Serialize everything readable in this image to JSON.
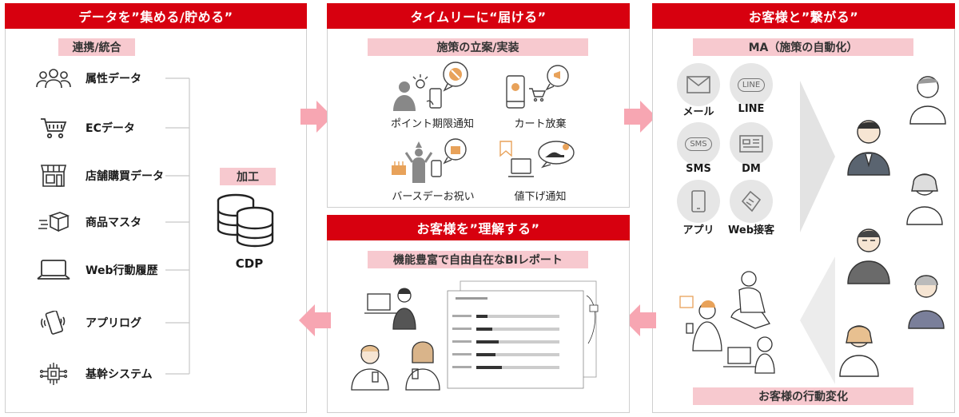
{
  "panel_collect": {
    "title": "データを”集める/貯める”",
    "pill": "連携/統合",
    "sources": [
      {
        "label": "属性データ",
        "icon": "people-icon"
      },
      {
        "label": "ECデータ",
        "icon": "cart-icon"
      },
      {
        "label": "店舗購買データ",
        "icon": "store-icon"
      },
      {
        "label": "商品マスタ",
        "icon": "package-icon"
      },
      {
        "label": "Web行動履歴",
        "icon": "laptop-icon"
      },
      {
        "label": "アプリログ",
        "icon": "smartphone-icon"
      },
      {
        "label": "基幹システム",
        "icon": "chip-icon"
      }
    ],
    "process_pill": "加工",
    "cdp_label": "CDP"
  },
  "panel_deliver": {
    "title": "タイムリーに“届ける”",
    "pill": "施策の立案/実装",
    "items": [
      {
        "label": "ポイント期限通知"
      },
      {
        "label": "カート放棄"
      },
      {
        "label": "バースデーお祝い"
      },
      {
        "label": "値下げ通知"
      }
    ]
  },
  "panel_connect": {
    "title": "お客様と”繋がる”",
    "pill": "MA（施策の自動化）",
    "channels": [
      {
        "label": "メール",
        "icon": "mail-icon"
      },
      {
        "label": "LINE",
        "icon": "line-icon",
        "icon_text": "LINE"
      },
      {
        "label": "SMS",
        "icon": "sms-icon",
        "icon_text": "SMS"
      },
      {
        "label": "DM",
        "icon": "dm-icon"
      },
      {
        "label": "アプリ",
        "icon": "app-icon"
      },
      {
        "label": "Web接客",
        "icon": "web-service-icon"
      }
    ],
    "bottom_pill": "お客様の行動変化"
  },
  "panel_understand": {
    "title": "お客様を”理解する”",
    "pill": "機能豊富で自由自在なBIレポート"
  },
  "colors": {
    "header_red": "#d7000f",
    "pill_pink": "#f7c9cf",
    "arrow_pink": "#f7a6b2",
    "accent_orange": "#e8a25a"
  }
}
